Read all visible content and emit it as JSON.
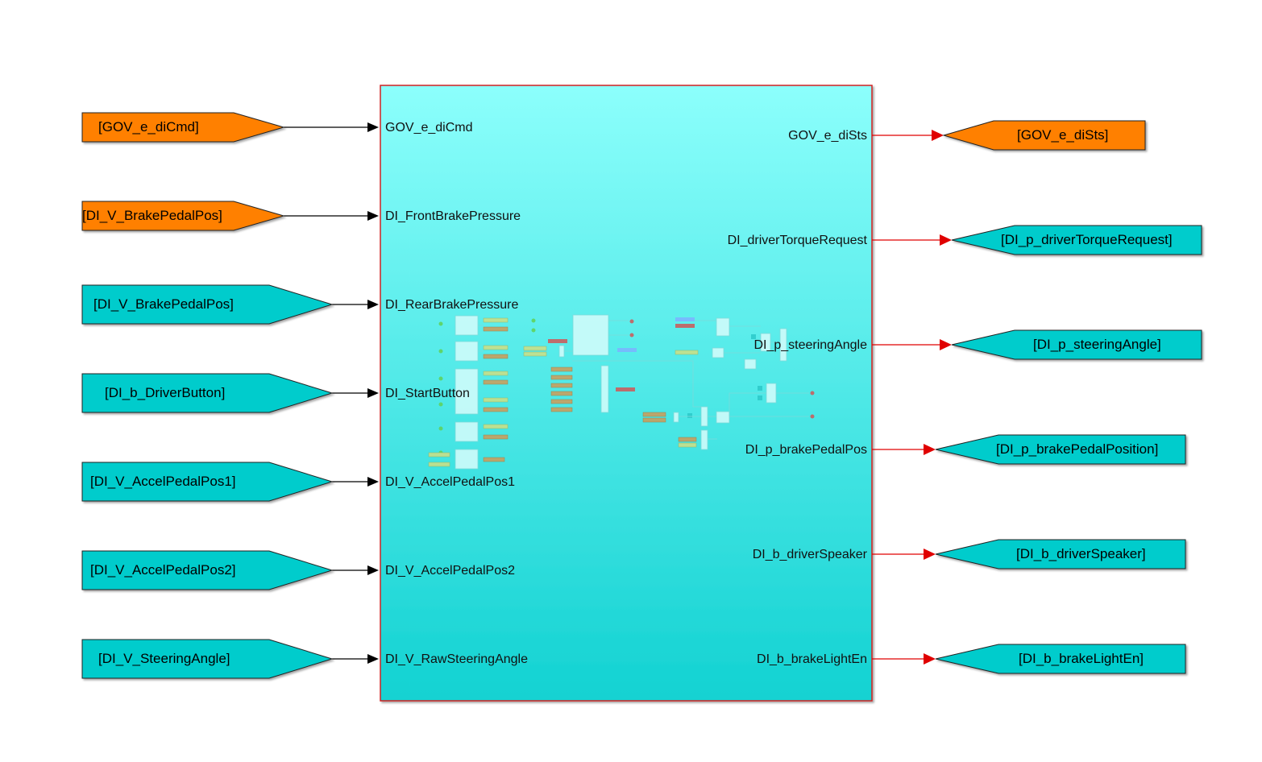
{
  "colors": {
    "orange": "#ff8000",
    "cyan": "#00cccc",
    "block_top": "#8cfffc",
    "block_bottom": "#12d2d2",
    "block_border": "#d22020",
    "input_line": "#000000",
    "output_line": "#e00000"
  },
  "subsystem": {
    "inputs": [
      "GOV_e_diCmd",
      "DI_FrontBrakePressure",
      "DI_RearBrakePressure",
      "DI_StartButton",
      "DI_V_AccelPedalPos1",
      "DI_V_AccelPedalPos2",
      "DI_V_RawSteeringAngle"
    ],
    "outputs": [
      "GOV_e_diSts",
      "DI_driverTorqueRequest",
      "DI_p_steeringAngle",
      "DI_p_brakePedalPos",
      "DI_b_driverSpeaker",
      "DI_b_brakeLightEn"
    ]
  },
  "from_tags": [
    {
      "label": "[GOV_e_diCmd]",
      "color": "orange"
    },
    {
      "label": "[DI_V_BrakePedalPos]",
      "color": "orange"
    },
    {
      "label": "[DI_V_BrakePedalPos]",
      "color": "cyan"
    },
    {
      "label": "[DI_b_DriverButton]",
      "color": "cyan"
    },
    {
      "label": "[DI_V_AccelPedalPos1]",
      "color": "cyan"
    },
    {
      "label": "[DI_V_AccelPedalPos2]",
      "color": "cyan"
    },
    {
      "label": "[DI_V_SteeringAngle]",
      "color": "cyan"
    }
  ],
  "goto_tags": [
    {
      "label": "[GOV_e_diSts]",
      "color": "orange"
    },
    {
      "label": "[DI_p_driverTorqueRequest]",
      "color": "cyan"
    },
    {
      "label": "[DI_p_steeringAngle]",
      "color": "cyan"
    },
    {
      "label": "[DI_p_brakePedalPosition]",
      "color": "cyan"
    },
    {
      "label": "[DI_b_driverSpeaker]",
      "color": "cyan"
    },
    {
      "label": "[DI_b_brakeLightEn]",
      "color": "cyan"
    }
  ]
}
